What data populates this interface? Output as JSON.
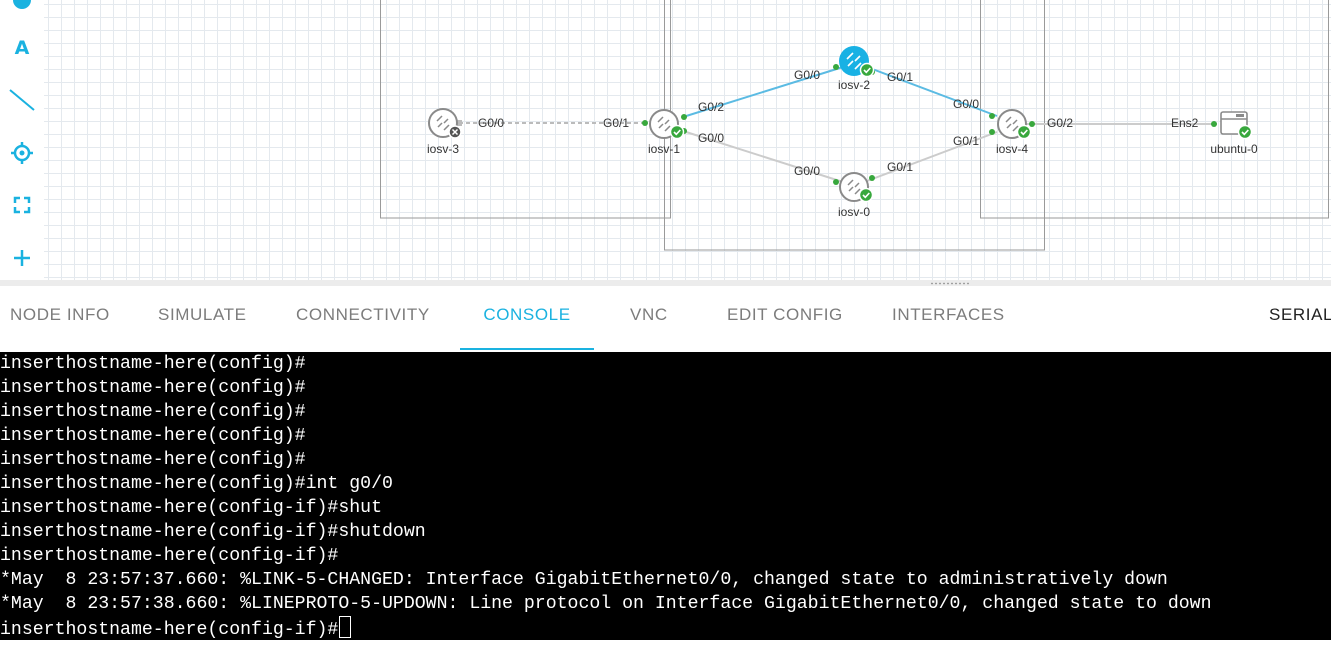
{
  "colors": {
    "accent": "#1ab2e0",
    "link_active": "#5bbbe3",
    "link_inactive": "#cccccc",
    "status_ok": "#38a83d",
    "node_selected": "#18b1e4"
  },
  "toolbar": {
    "items": [
      {
        "name": "circle-tool-icon"
      },
      {
        "name": "text-tool-icon",
        "glyph": "A"
      },
      {
        "name": "line-tool-icon"
      },
      {
        "name": "locate-icon"
      },
      {
        "name": "fit-screen-icon"
      },
      {
        "name": "add-icon"
      }
    ]
  },
  "topology": {
    "nodes": [
      {
        "id": "iosv-3",
        "label": "iosv-3",
        "type": "router",
        "status": "stopped"
      },
      {
        "id": "iosv-1",
        "label": "iosv-1",
        "type": "router",
        "status": "ok"
      },
      {
        "id": "iosv-2",
        "label": "iosv-2",
        "type": "router",
        "status": "ok",
        "selected": true
      },
      {
        "id": "iosv-0",
        "label": "iosv-0",
        "type": "router",
        "status": "ok"
      },
      {
        "id": "iosv-4",
        "label": "iosv-4",
        "type": "router",
        "status": "ok"
      },
      {
        "id": "ubuntu-0",
        "label": "ubuntu-0",
        "type": "server",
        "status": "ok"
      }
    ],
    "links": [
      {
        "a": "iosv-3",
        "a_if": "G0/0",
        "b": "iosv-1",
        "b_if": "G0/1",
        "state": "down"
      },
      {
        "a": "iosv-1",
        "a_if": "G0/2",
        "b": "iosv-2",
        "b_if": "G0/0",
        "state": "active"
      },
      {
        "a": "iosv-2",
        "a_if": "G0/1",
        "b": "iosv-4",
        "b_if": "G0/0",
        "state": "active"
      },
      {
        "a": "iosv-1",
        "a_if": "G0/0",
        "b": "iosv-0",
        "b_if": "G0/0",
        "state": "inactive"
      },
      {
        "a": "iosv-0",
        "a_if": "G0/1",
        "b": "iosv-4",
        "b_if": "G0/1",
        "state": "inactive"
      },
      {
        "a": "iosv-4",
        "a_if": "G0/2",
        "b": "ubuntu-0",
        "b_if": "Ens2",
        "state": "inactive"
      }
    ]
  },
  "tabs": [
    {
      "label": "NODE INFO",
      "active": false
    },
    {
      "label": "SIMULATE",
      "active": false
    },
    {
      "label": "CONNECTIVITY",
      "active": false
    },
    {
      "label": "CONSOLE",
      "active": true
    },
    {
      "label": "VNC",
      "active": false
    },
    {
      "label": "EDIT CONFIG",
      "active": false
    },
    {
      "label": "INTERFACES",
      "active": false
    },
    {
      "label": "SERIAL",
      "active": false
    }
  ],
  "console": {
    "lines": [
      "inserthostname-here(config)#",
      "inserthostname-here(config)#",
      "inserthostname-here(config)#",
      "inserthostname-here(config)#",
      "inserthostname-here(config)#",
      "inserthostname-here(config)#int g0/0",
      "inserthostname-here(config-if)#shut",
      "inserthostname-here(config-if)#shutdown",
      "inserthostname-here(config-if)#",
      "*May  8 23:57:37.660: %LINK-5-CHANGED: Interface GigabitEthernet0/0, changed state to administratively down",
      "*May  8 23:57:38.660: %LINEPROTO-5-UPDOWN: Line protocol on Interface GigabitEthernet0/0, changed state to down"
    ],
    "prompt": "inserthostname-here(config-if)#"
  }
}
